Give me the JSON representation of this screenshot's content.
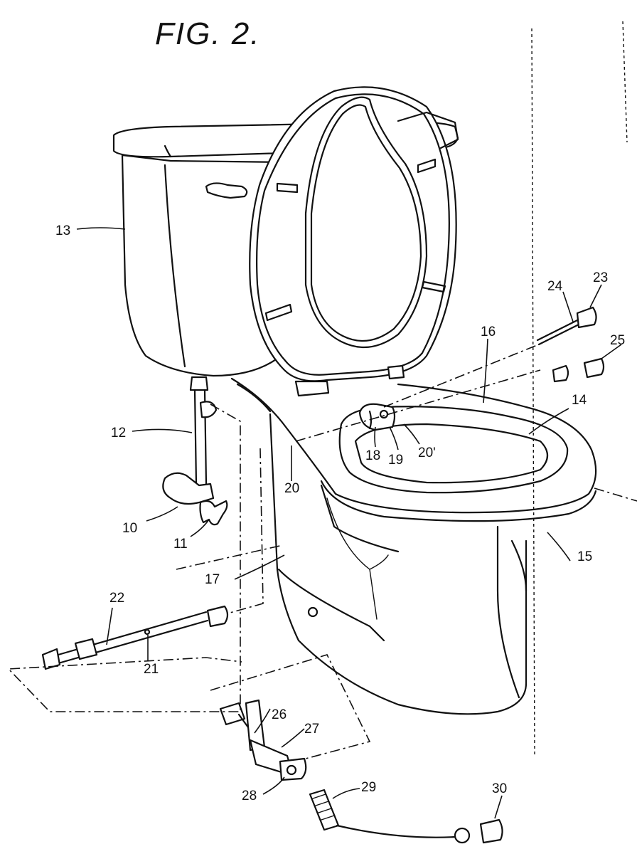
{
  "figure": {
    "title": "FIG. 2."
  },
  "labels": {
    "l10": "10",
    "l11": "11",
    "l12": "12",
    "l13": "13",
    "l14": "14",
    "l15": "15",
    "l16": "16",
    "l17": "17",
    "l18": "18",
    "l19": "19",
    "l20": "20",
    "l20p": "20'",
    "l21": "21",
    "l22": "22",
    "l23": "23",
    "l24": "24",
    "l25": "25",
    "l26": "26",
    "l27": "27",
    "l28": "28",
    "l29": "29",
    "l30": "30"
  }
}
